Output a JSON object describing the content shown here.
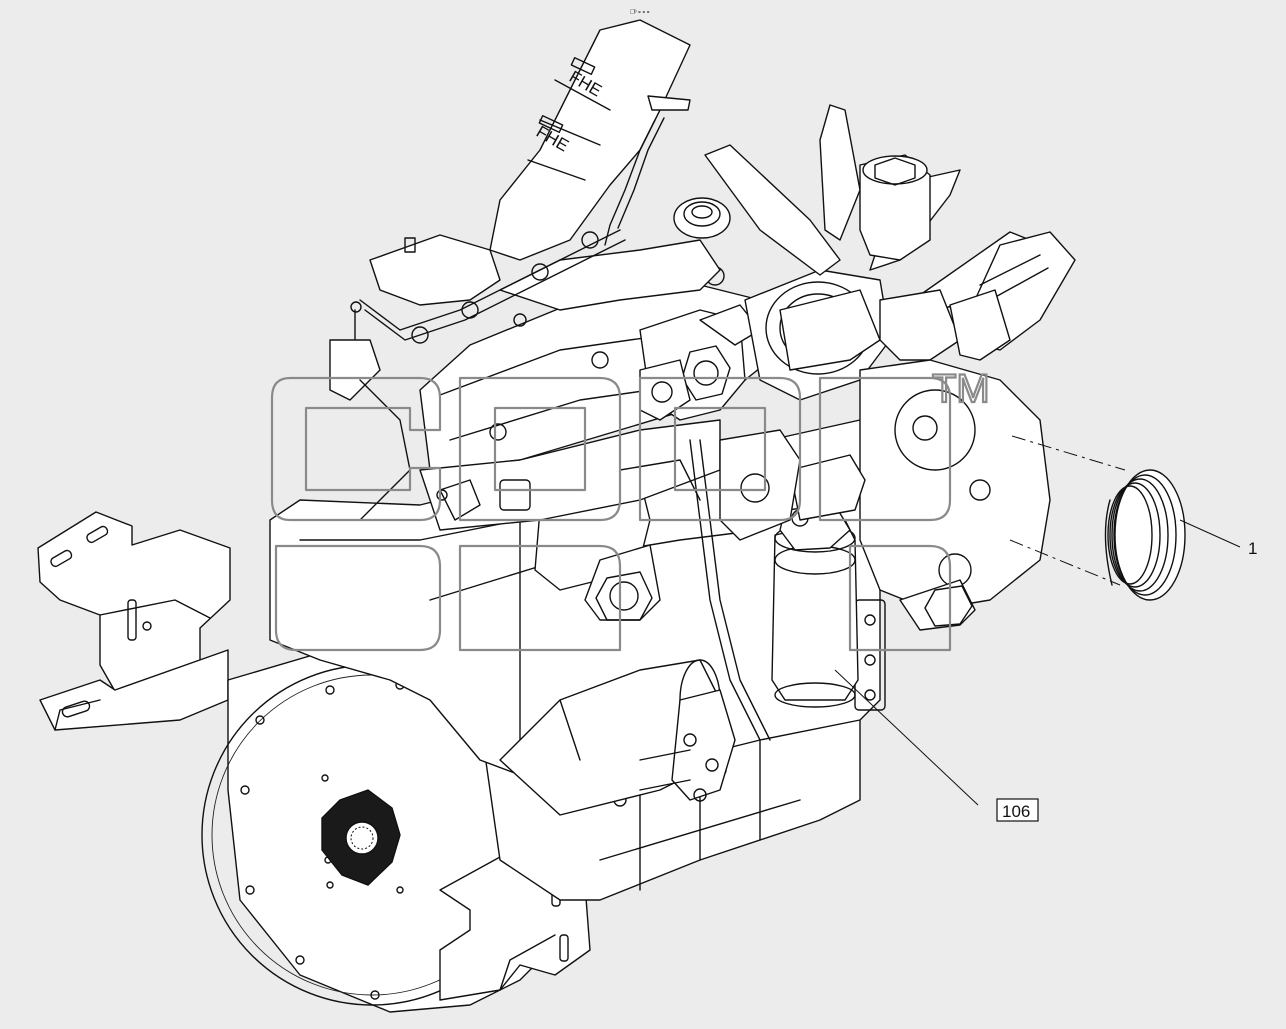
{
  "diagram": {
    "background": "#ececec",
    "line_color": "#111111",
    "watermark_color": "#8a8a8a",
    "drawing_code": "▭ͦ ∘∘∘",
    "callouts": [
      {
        "id": "1",
        "label": "1",
        "boxed": false
      },
      {
        "id": "106",
        "label": "106",
        "boxed": true
      }
    ],
    "watermark": {
      "trademark": "TM"
    },
    "icons": [
      "engine-assembly-drawing",
      "pulley-part",
      "watermark-logo"
    ]
  }
}
